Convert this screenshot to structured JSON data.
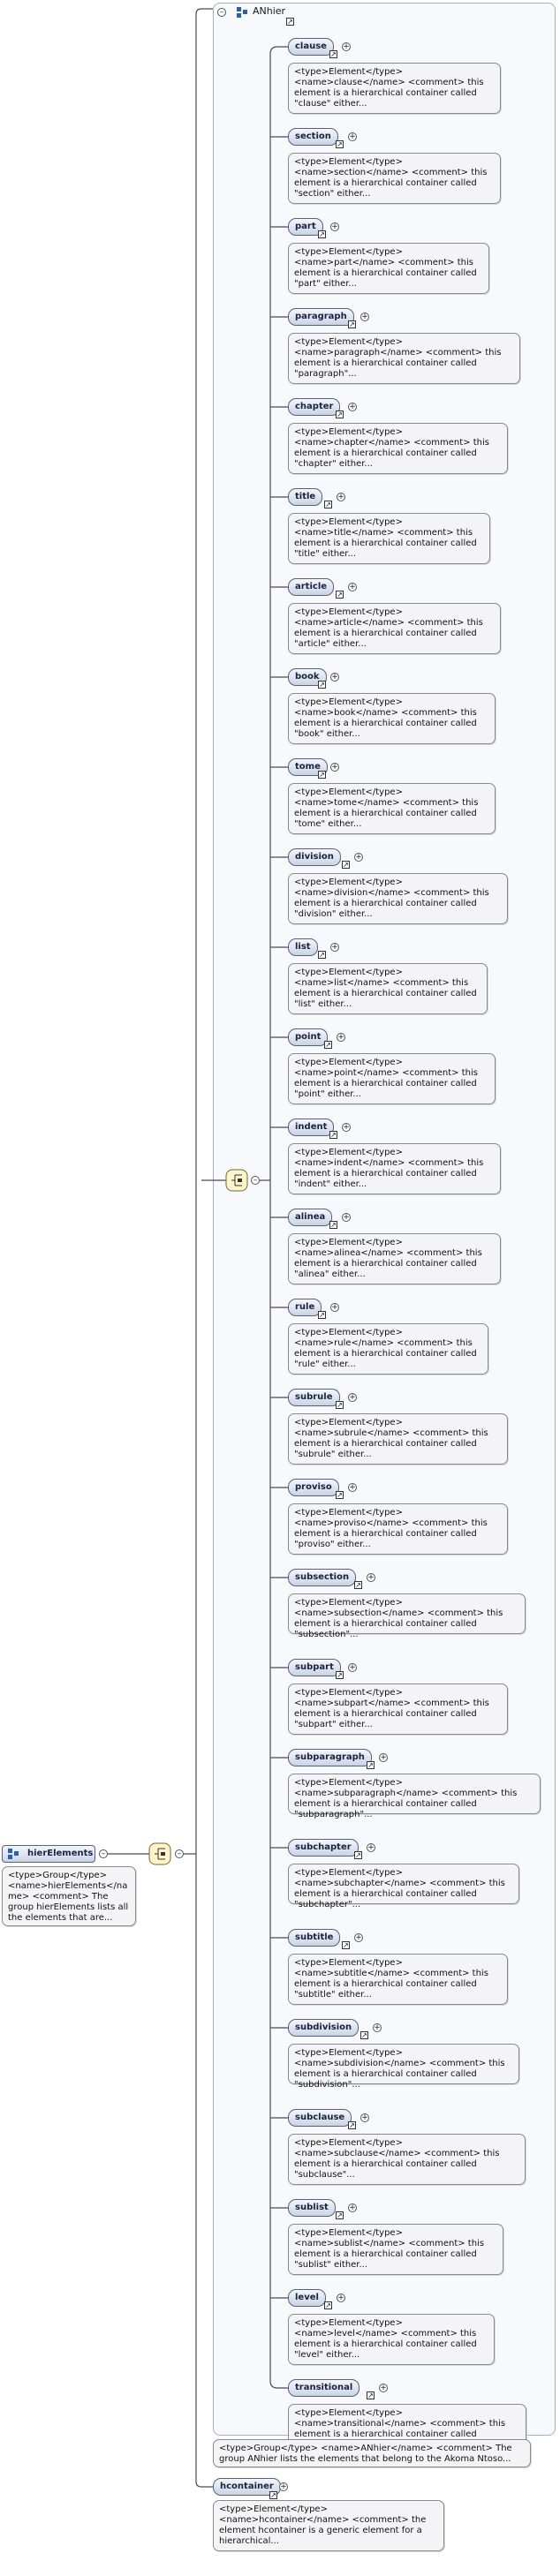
{
  "group": {
    "name": "ANhier",
    "doc": "<type>Group</type> <name>ANhier</name> <comment> The group ANhier lists the elements that belong to the Akoma Ntoso..."
  },
  "hierElements": {
    "name": "hierElements",
    "doc": "<type>Group</type> <name>hierElements</name> <comment> The group hierElements lists all the elements that are..."
  },
  "hcontainer": {
    "name": "hcontainer",
    "doc": "<type>Element</type> <name>hcontainer</name> <comment> the element hcontainer is a generic element for a hierarchical..."
  },
  "toggle_symbol": "–",
  "expand_symbol": "+",
  "ref_symbol": "↗",
  "elements": [
    {
      "name": "clause",
      "doc": "<type>Element</type> <name>clause</name> <comment> this element is a hierarchical container called \"clause\" either..."
    },
    {
      "name": "section",
      "doc": "<type>Element</type> <name>section</name> <comment> this element is a hierarchical container called \"section\" either..."
    },
    {
      "name": "part",
      "doc": "<type>Element</type> <name>part</name> <comment> this element is a hierarchical container called \"part\" either..."
    },
    {
      "name": "paragraph",
      "doc": "<type>Element</type> <name>paragraph</name> <comment> this element is a hierarchical container called \"paragraph\"..."
    },
    {
      "name": "chapter",
      "doc": "<type>Element</type> <name>chapter</name> <comment> this element is a hierarchical container called \"chapter\" either..."
    },
    {
      "name": "title",
      "doc": "<type>Element</type> <name>title</name> <comment> this element is a hierarchical container called \"title\" either..."
    },
    {
      "name": "article",
      "doc": "<type>Element</type> <name>article</name> <comment> this element is a hierarchical container called \"article\" either..."
    },
    {
      "name": "book",
      "doc": "<type>Element</type> <name>book</name> <comment> this element is a hierarchical container called \"book\" either..."
    },
    {
      "name": "tome",
      "doc": "<type>Element</type> <name>tome</name> <comment> this element is a hierarchical container called \"tome\" either..."
    },
    {
      "name": "division",
      "doc": "<type>Element</type> <name>division</name> <comment> this element is a hierarchical container called \"division\" either..."
    },
    {
      "name": "list",
      "doc": "<type>Element</type> <name>list</name> <comment> this element is a hierarchical container called \"list\" either..."
    },
    {
      "name": "point",
      "doc": "<type>Element</type> <name>point</name> <comment> this element is a hierarchical container called \"point\" either..."
    },
    {
      "name": "indent",
      "doc": "<type>Element</type> <name>indent</name> <comment> this element is a hierarchical container called \"indent\" either..."
    },
    {
      "name": "alinea",
      "doc": "<type>Element</type> <name>alinea</name> <comment> this element is a hierarchical container called \"alinea\" either..."
    },
    {
      "name": "rule",
      "doc": "<type>Element</type> <name>rule</name> <comment> this element is a hierarchical container called \"rule\" either..."
    },
    {
      "name": "subrule",
      "doc": "<type>Element</type> <name>subrule</name> <comment> this element is a hierarchical container called \"subrule\" either..."
    },
    {
      "name": "proviso",
      "doc": "<type>Element</type> <name>proviso</name> <comment> this element is a hierarchical container called \"proviso\" either..."
    },
    {
      "name": "subsection",
      "doc": "<type>Element</type> <name>subsection</name> <comment> this element is a hierarchical container called \"subsection\"..."
    },
    {
      "name": "subpart",
      "doc": "<type>Element</type> <name>subpart</name> <comment> this element is a hierarchical container called \"subpart\" either..."
    },
    {
      "name": "subparagraph",
      "doc": "<type>Element</type> <name>subparagraph</name> <comment> this element is a hierarchical container called \"subparagraph\"..."
    },
    {
      "name": "subchapter",
      "doc": "<type>Element</type> <name>subchapter</name> <comment> this element is a hierarchical container called \"subchapter\"..."
    },
    {
      "name": "subtitle",
      "doc": "<type>Element</type> <name>subtitle</name> <comment> this element is a hierarchical container called \"subtitle\" either..."
    },
    {
      "name": "subdivision",
      "doc": "<type>Element</type> <name>subdivision</name> <comment> this element is a hierarchical container called \"subdivision\"..."
    },
    {
      "name": "subclause",
      "doc": "<type>Element</type> <name>subclause</name> <comment> this element is a hierarchical container called \"subclause\"..."
    },
    {
      "name": "sublist",
      "doc": "<type>Element</type> <name>sublist</name> <comment> this element is a hierarchical container called \"sublist\" either..."
    },
    {
      "name": "level",
      "doc": "<type>Element</type> <name>level</name> <comment> this element is a hierarchical container called \"level\" either..."
    },
    {
      "name": "transitional",
      "doc": "<type>Element</type> <name>transitional</name> <comment> this element is a hierarchical container called \"transitional\"..."
    }
  ]
}
